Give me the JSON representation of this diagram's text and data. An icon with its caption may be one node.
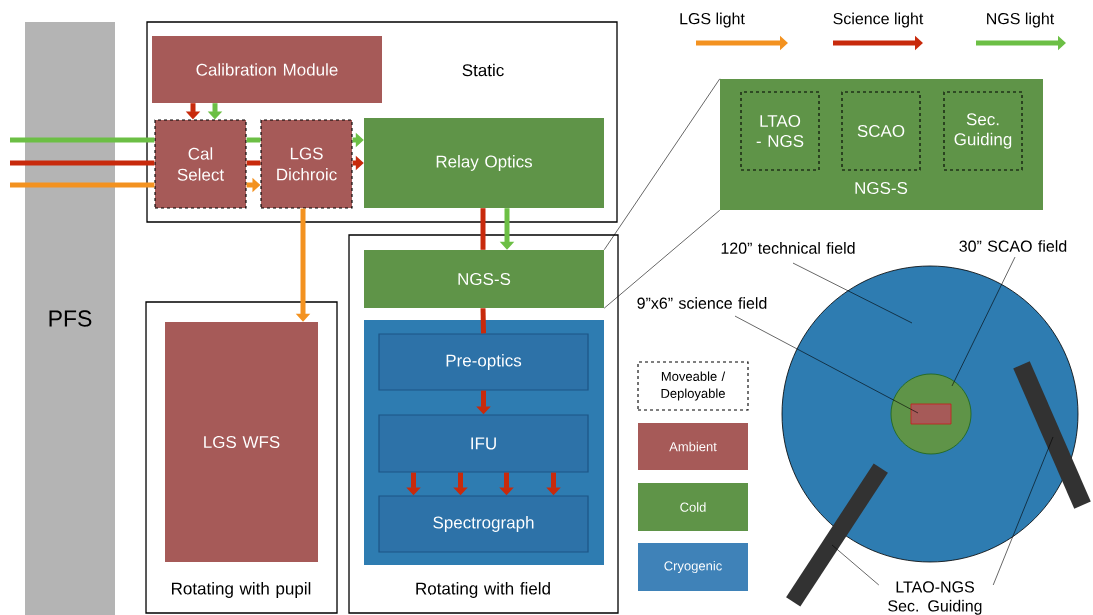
{
  "diagram": {
    "nodes": [
      {
        "text": [
          "PFS"
        ]
      },
      {
        "text": [
          "Static"
        ]
      },
      {
        "text": [
          "Calibration Module"
        ],
        "in": 1
      },
      {
        "text": [
          "Cal Select"
        ],
        "in": 1
      },
      {
        "text": [
          "LGS Dichroic"
        ],
        "in": 1
      },
      {
        "text": [
          "Relay Optics"
        ],
        "in": 1
      },
      {
        "text": [
          "Rotating with pupil"
        ]
      },
      {
        "text": [
          "LGS WFS"
        ],
        "in": 6
      },
      {
        "text": [
          "Rotating with field"
        ]
      },
      {
        "text": [
          "NGS-S"
        ],
        "in": 8
      },
      {
        "text": [],
        "shape": "box",
        "in": 8
      },
      {
        "text": [
          "Pre-optics"
        ],
        "in": 10
      },
      {
        "text": [
          "IFU"
        ],
        "in": 10
      },
      {
        "text": [
          "Spectrograph"
        ],
        "in": 10
      },
      {
        "text": [
          "NGS-S"
        ]
      },
      {
        "text": [
          "LTAO - NGS"
        ],
        "in": 14
      },
      {
        "text": [
          "SCAO"
        ],
        "in": 14
      },
      {
        "text": [
          "Sec. Guiding"
        ],
        "in": 14
      },
      {
        "text": [],
        "shape": "circle"
      },
      {
        "text": [],
        "shape": "circle",
        "in": 18
      },
      {
        "text": [],
        "shape": "box",
        "in": 19
      },
      {
        "text": [],
        "shape": "bar"
      },
      {
        "text": [],
        "shape": "bar"
      },
      {
        "text": [
          "120” technical field"
        ]
      },
      {
        "text": [
          "30” SCAO field"
        ]
      },
      {
        "text": [
          "9”x6” science field"
        ]
      },
      {
        "text": [
          "LTAO-NGS Sec. Guiding"
        ]
      }
    ],
    "edges": [
      {
        "from": null,
        "to": 3,
        "arrow": "none",
        "color": "#6cbf45"
      },
      {
        "from": null,
        "to": 3,
        "arrow": "none",
        "color": "#c82a0c"
      },
      {
        "from": null,
        "to": 3,
        "arrow": "none",
        "color": "#f39220"
      },
      {
        "from": 3,
        "to": 4,
        "arrow": "none",
        "color": "#6cbf45"
      },
      {
        "from": 3,
        "to": 4,
        "arrow": "none",
        "color": "#c82a0c"
      },
      {
        "from": 3,
        "to": 4,
        "arrow": "to",
        "color": "#f39220"
      },
      {
        "from": 4,
        "to": 5,
        "arrow": "to",
        "color": "#6cbf45"
      },
      {
        "from": 4,
        "to": 5,
        "arrow": "to",
        "color": "#c82a0c"
      },
      {
        "from": 2,
        "to": 3,
        "arrow": "to",
        "color": "#c82a0c"
      },
      {
        "from": 2,
        "to": 3,
        "arrow": "to",
        "color": "#6cbf45"
      },
      {
        "from": 4,
        "to": 7,
        "arrow": "to",
        "color": "#f39220"
      },
      {
        "from": 5,
        "to": 9,
        "arrow": "none",
        "color": "#c82a0c"
      },
      {
        "from": 5,
        "to": 9,
        "arrow": "to",
        "color": "#6cbf45"
      },
      {
        "from": 9,
        "to": 11,
        "arrow": "none",
        "color": "#c82a0c"
      },
      {
        "from": 11,
        "to": 12,
        "arrow": "to",
        "color": "#c82a0c"
      },
      {
        "from": 12,
        "to": 13,
        "arrow": "to",
        "color": "#c82a0c"
      },
      {
        "from": 12,
        "to": 13,
        "arrow": "to",
        "color": "#c82a0c"
      },
      {
        "from": 12,
        "to": 13,
        "arrow": "to",
        "color": "#c82a0c"
      },
      {
        "from": 12,
        "to": 13,
        "arrow": "to",
        "color": "#c82a0c"
      },
      {
        "from": 9,
        "to": 14,
        "arrow": "none",
        "color": "#000000"
      },
      {
        "from": 9,
        "to": 14,
        "arrow": "none",
        "color": "#000000"
      },
      {
        "from": 23,
        "to": 18,
        "arrow": "none",
        "color": "#000000"
      },
      {
        "from": 24,
        "to": 19,
        "arrow": "none",
        "color": "#000000"
      },
      {
        "from": 25,
        "to": 20,
        "arrow": "none",
        "color": "#000000"
      },
      {
        "from": 26,
        "to": 21,
        "arrow": "none",
        "color": "#000000"
      },
      {
        "from": 26,
        "to": 22,
        "arrow": "none",
        "color": "#000000"
      }
    ],
    "legend": [
      {
        "text": "LGS light",
        "color": "#f39220"
      },
      {
        "text": "Science light",
        "color": "#c82a0c"
      },
      {
        "text": "NGS light",
        "color": "#6cbf45"
      },
      {
        "text": "Moveable / Deployable"
      },
      {
        "text": "Ambient",
        "color": "#a65a58"
      },
      {
        "text": "Cold",
        "color": "#5f9448"
      },
      {
        "text": "Cryogenic",
        "color": "#3f82b8"
      }
    ]
  }
}
